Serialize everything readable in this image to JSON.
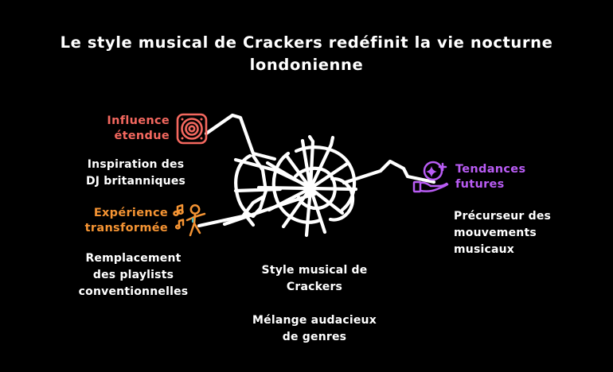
{
  "page": {
    "background_color": "#000000",
    "title": "Le style musical de Crackers redéfinit la vie nocturne londonienne"
  },
  "colors": {
    "coral": "#f4685f",
    "orange": "#f59433",
    "purple": "#b95cf4",
    "white": "#ffffff",
    "background": "#000000"
  },
  "nodes": {
    "influence": {
      "title": "Influence\nétendue",
      "subtitle": "Inspiration des\nDJ britanniques",
      "color": "#f4685f",
      "icon": "speaker-icon"
    },
    "experience": {
      "title": "Expérience\ntransformée",
      "subtitle": "Remplacement\ndes playlists\nconventionnelles",
      "color": "#f59433",
      "icon": "dancing-person-icon"
    },
    "tendances": {
      "title": "Tendances\nfutures",
      "subtitle": "Précurseur des\nmouvements\nmusicaux",
      "color": "#b95cf4",
      "icon": "hand-sparkle-icon"
    },
    "center": {
      "title": "Style musical de\nCrackers",
      "subtitle": "Mélange audacieux\nde genres",
      "color": "#ffffff"
    }
  }
}
